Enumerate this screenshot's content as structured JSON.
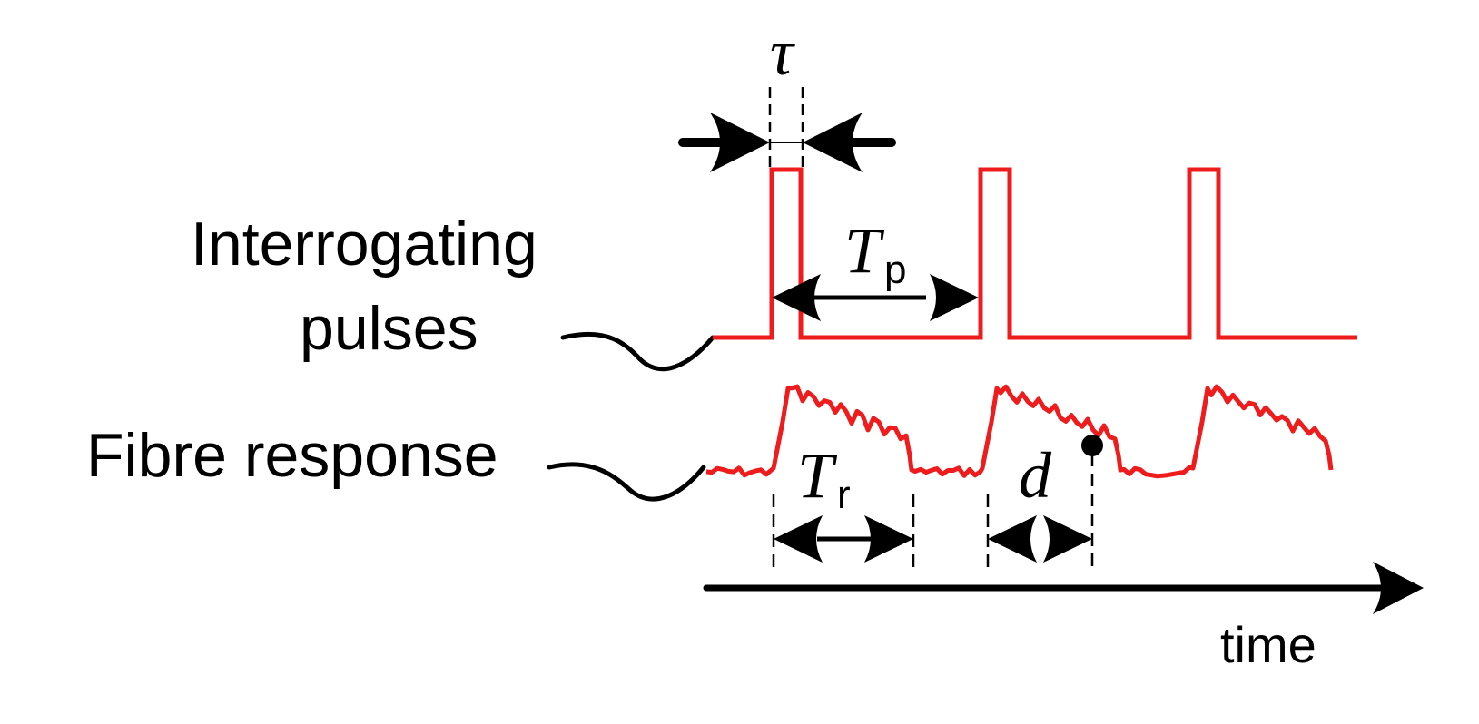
{
  "labels": {
    "interrogating_line1": "Interrogating",
    "interrogating_line2": "pulses",
    "fibre_response": "Fibre response",
    "time": "time"
  },
  "symbols": {
    "tau": "τ",
    "tp_main": "T",
    "tp_sub": "p",
    "tr_main": "T",
    "tr_sub": "r",
    "d": "d"
  },
  "colors": {
    "signal": "#ee1c1c",
    "ink": "#000000"
  }
}
